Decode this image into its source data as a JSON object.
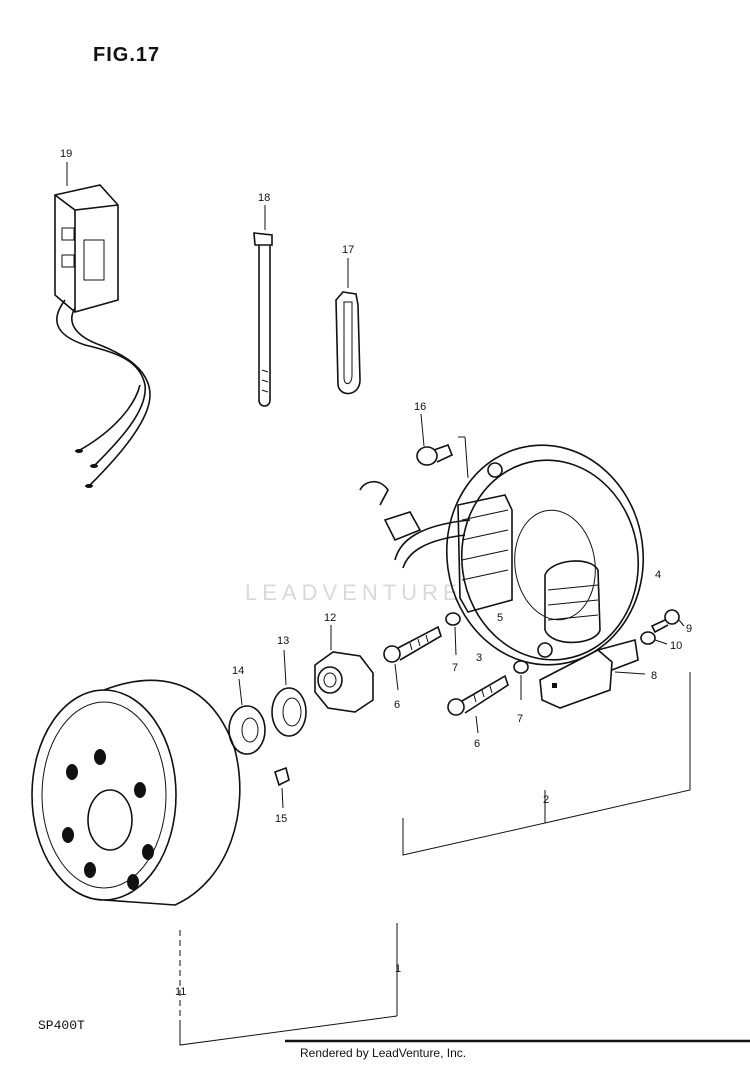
{
  "figure_title": "FIG.17",
  "diagram_code": "SP400T",
  "rendered_by": "Rendered by LeadVenture, Inc.",
  "watermark": "LEADVENTURE",
  "callouts": [
    {
      "id": "c1",
      "text": "1"
    },
    {
      "id": "c2",
      "text": "2"
    },
    {
      "id": "c3",
      "text": "3"
    },
    {
      "id": "c4",
      "text": "4"
    },
    {
      "id": "c5",
      "text": "5"
    },
    {
      "id": "c6a",
      "text": "6"
    },
    {
      "id": "c6b",
      "text": "6"
    },
    {
      "id": "c7a",
      "text": "7"
    },
    {
      "id": "c7b",
      "text": "7"
    },
    {
      "id": "c8",
      "text": "8"
    },
    {
      "id": "c9",
      "text": "9"
    },
    {
      "id": "c10",
      "text": "10"
    },
    {
      "id": "c11",
      "text": "11"
    },
    {
      "id": "c12",
      "text": "12"
    },
    {
      "id": "c13",
      "text": "13"
    },
    {
      "id": "c14",
      "text": "14"
    },
    {
      "id": "c15",
      "text": "15"
    },
    {
      "id": "c16",
      "text": "16"
    },
    {
      "id": "c17",
      "text": "17"
    },
    {
      "id": "c18",
      "text": "18"
    },
    {
      "id": "c19",
      "text": "19"
    }
  ]
}
